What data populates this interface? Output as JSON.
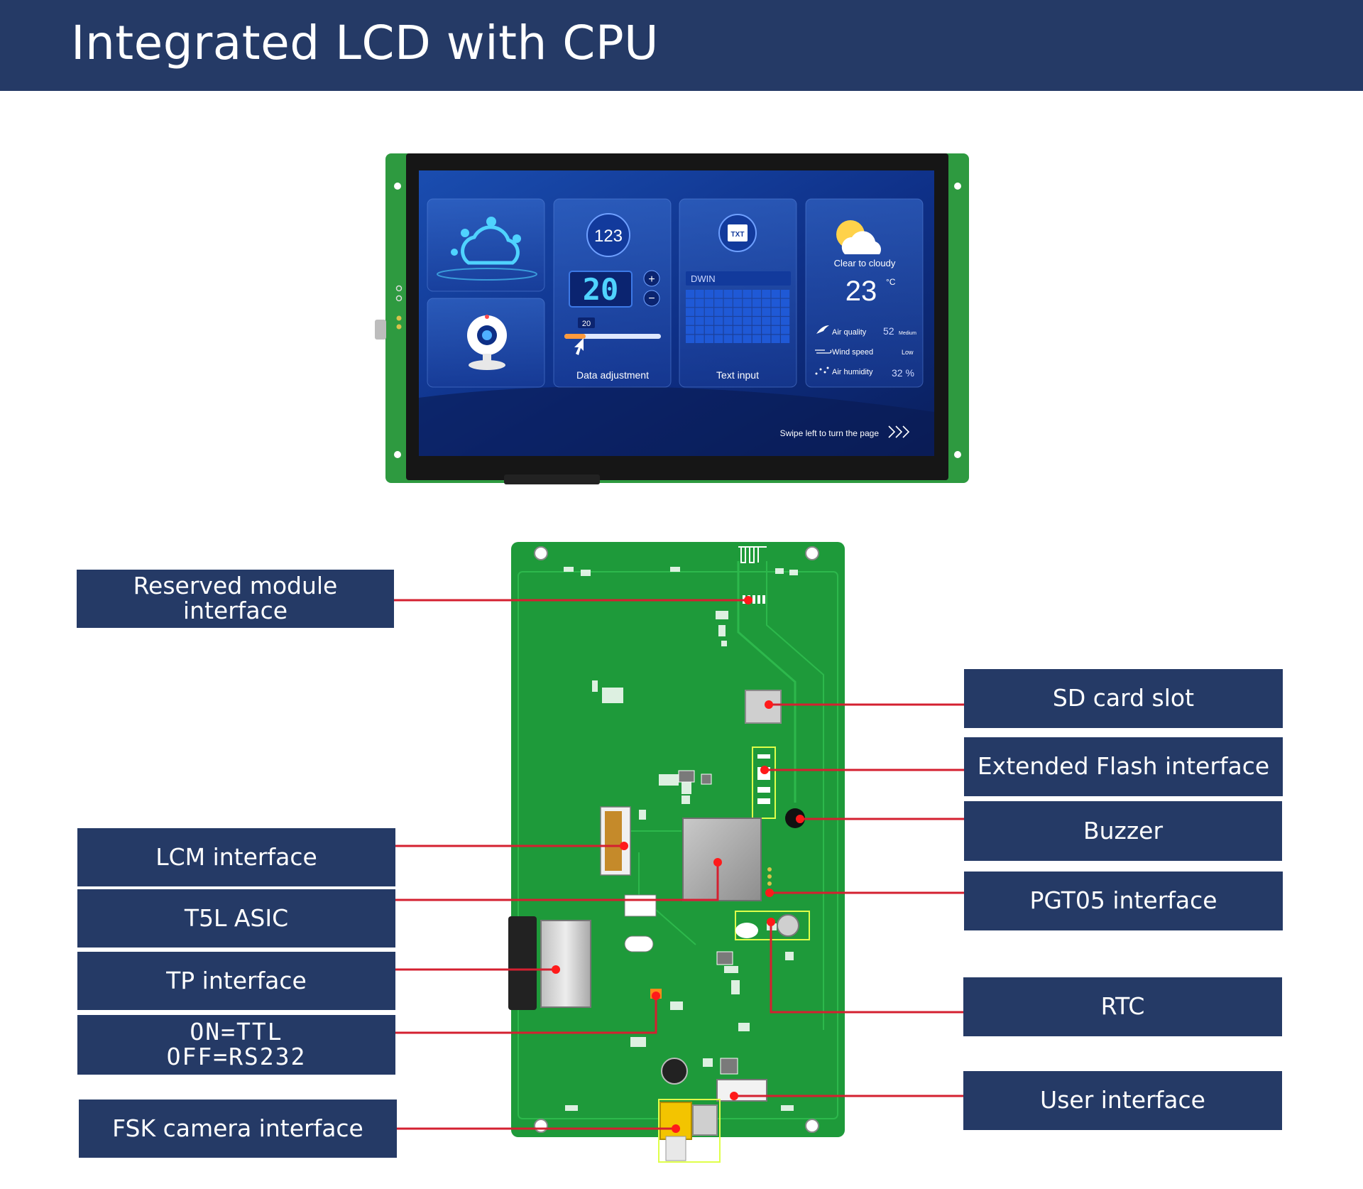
{
  "header": {
    "title": "Integrated LCD with CPU"
  },
  "screen": {
    "cards": {
      "numeric_icon": "123",
      "number_value": "20",
      "slider_value": "20",
      "data_adjustment": "Data adjustment",
      "txt_icon": "TXT",
      "keyboard_header": "DWIN",
      "text_input": "Text input",
      "weather_status": "Clear to cloudy",
      "temperature": "23",
      "temp_unit": "°C",
      "air_quality_label": "Air quality",
      "air_quality_value": "52",
      "air_quality_level": "Medium",
      "wind_speed_label": "Wind speed",
      "wind_speed_value": "Low",
      "humidity_label": "Air humidity",
      "humidity_value": "32 %"
    },
    "swipe_hint": "Swipe left to turn the page"
  },
  "labels": {
    "left": [
      {
        "id": "reserved",
        "text": "Reserved module interface"
      },
      {
        "id": "lcm",
        "text": "LCM interface"
      },
      {
        "id": "t5l",
        "text": "T5L ASIC"
      },
      {
        "id": "tp",
        "text": "TP interface"
      },
      {
        "id": "ttl",
        "lines": [
          "ON=TTL",
          "OFF=RS232"
        ]
      },
      {
        "id": "fsk",
        "text": "FSK camera interface"
      }
    ],
    "right": [
      {
        "id": "sd",
        "text": "SD card slot"
      },
      {
        "id": "flash",
        "text": "Extended Flash interface"
      },
      {
        "id": "buzzer",
        "text": "Buzzer"
      },
      {
        "id": "pgt05",
        "text": "PGT05 interface"
      },
      {
        "id": "rtc",
        "text": "RTC"
      },
      {
        "id": "user",
        "text": "User interface"
      }
    ]
  },
  "colors": {
    "banner": "#253a66",
    "label_bg": "#253a66",
    "leader_line": "#d42030",
    "pcb": "#1e9a3a",
    "screen_bg": "#0d2a78"
  }
}
